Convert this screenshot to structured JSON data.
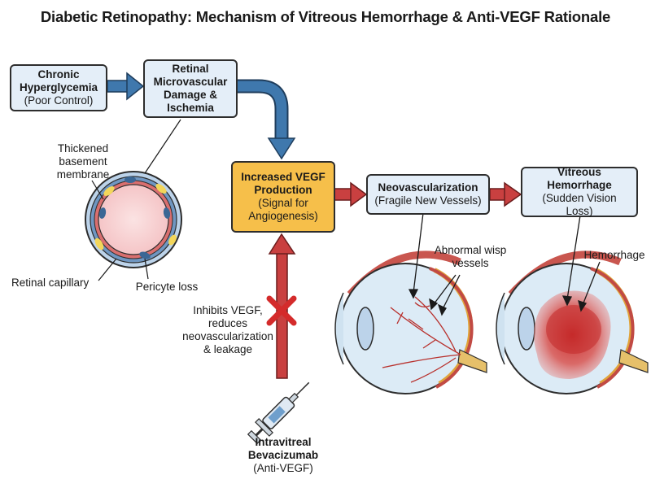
{
  "title": "Diabetic Retinopathy: Mechanism of Vitreous Hemorrhage & Anti-VEGF Rationale",
  "boxes": {
    "hyperglycemia": {
      "bold": "Chronic Hyperglycemia",
      "sub": "(Poor Control)"
    },
    "damage": {
      "bold": "Retinal Microvascular Damage & Ischemia"
    },
    "vegf": {
      "bold": "Increased VEGF Production",
      "sub": "(Signal for Angiogenesis)"
    },
    "neovascularization": {
      "bold": "Neovascularization",
      "sub": "(Fragile New Vessels)"
    },
    "hemorrhage": {
      "bold": "Vitreous Hemorrhage",
      "sub": "(Sudden Vision Loss)"
    }
  },
  "labels": {
    "basement_membrane": "Thickened basement membrane",
    "retinal_capillary": "Retinal capillary",
    "pericyte_loss": "Pericyte loss",
    "abnormal_vessels": "Abnormal wisp vessels",
    "hemorrhage": "Hemorrhage",
    "inhibits": "Inhibits VEGF, reduces neovascularization & leakage"
  },
  "drug": {
    "name": "Intravitreal Bevacizumab",
    "class": "(Anti-VEGF)"
  },
  "colors": {
    "flow_blue": "#3f78ad",
    "flow_red": "#c94040",
    "box_fill": "#e4eef8",
    "vegf_fill": "#f6bf4a",
    "inhibit_x": "#d42b2b",
    "blood": "#d23a3a"
  }
}
